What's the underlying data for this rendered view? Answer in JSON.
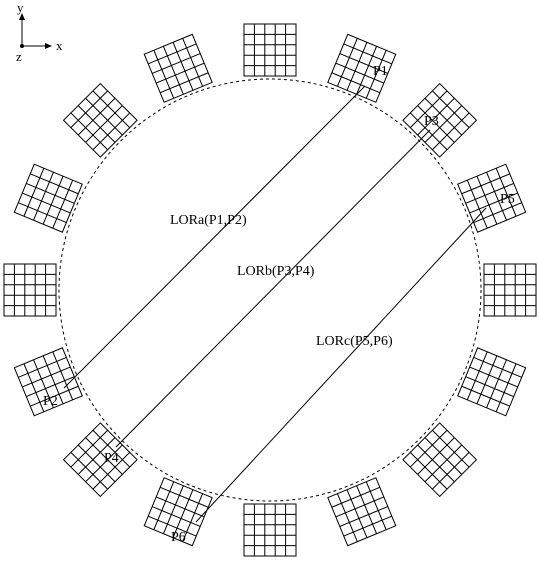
{
  "figure": {
    "axes": {
      "x": "x",
      "y": "y",
      "z": "z"
    },
    "detector_ring": {
      "module_count": 16,
      "grid_rows": 5,
      "grid_cols": 5,
      "boundary": "dashed-circle"
    },
    "lors": [
      {
        "label": "LORa(P1,P2)",
        "start": "P1",
        "end": "P2"
      },
      {
        "label": "LORb(P3,P4)",
        "start": "P3",
        "end": "P4"
      },
      {
        "label": "LORc(P5,P6)",
        "start": "P5",
        "end": "P6"
      }
    ],
    "points": [
      "P1",
      "P2",
      "P3",
      "P4",
      "P5",
      "P6"
    ]
  }
}
